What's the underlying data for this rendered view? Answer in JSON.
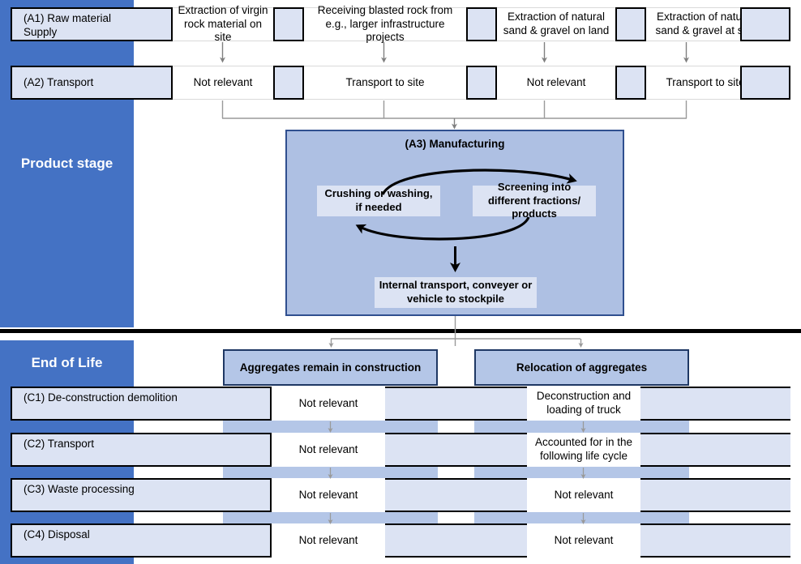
{
  "stages": {
    "product": "Product stage",
    "end_of_life": "End of Life"
  },
  "rows": {
    "a1": {
      "label": "(A1) Raw material\nSupply",
      "label_line1": "(A1) Raw material",
      "label_line2": "Supply",
      "cells": [
        "Extraction of virgin rock material on site",
        "Receiving blasted rock from e.g., larger infrastructure projects",
        "Extraction of natural sand & gravel on land",
        "Extraction of natural sand & gravel at sea"
      ]
    },
    "a2": {
      "label": "(A2) Transport",
      "cells": [
        "Not relevant",
        "Transport to site",
        "Not relevant",
        "Transport to site"
      ]
    },
    "a3": {
      "title": "(A3) Manufacturing",
      "crushing": "Crushing or washing, if needed",
      "screening": "Screening into different fractions/ products",
      "internal": "Internal transport, conveyer or vehicle to stockpile"
    },
    "eol_heads": [
      "Aggregates remain in construction",
      "Relocation of aggregates"
    ],
    "c1": {
      "label": "(C1) De-construction demolition",
      "cells": [
        "Not relevant",
        "Deconstruction and loading of truck"
      ]
    },
    "c2": {
      "label": "(C2) Transport",
      "cells": [
        "Not relevant",
        "Accounted for in the following life cycle"
      ]
    },
    "c3": {
      "label": "(C3) Waste processing",
      "cells": [
        "Not relevant",
        "Not relevant"
      ]
    },
    "c4": {
      "label": "(C4) Disposal",
      "cells": [
        "Not relevant",
        "Not relevant"
      ]
    }
  },
  "colors": {
    "stage_blue": "#4472C4",
    "band_light": "#DCE3F3",
    "band_mid": "#B4C6E7",
    "mfg_panel": "#AEC0E3",
    "divider": "#000000",
    "connector": "#808080"
  }
}
